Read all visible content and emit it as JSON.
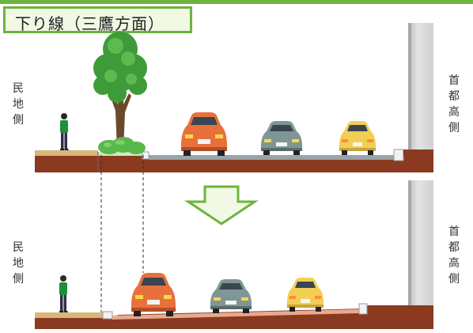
{
  "header": {
    "title": "下り線（三鷹方面）"
  },
  "sections": [
    {
      "id": "current",
      "left_label": [
        "民",
        "地",
        "側"
      ],
      "right_label": [
        "首",
        "都",
        "高",
        "側"
      ]
    },
    {
      "id": "future",
      "left_label": [
        "民",
        "地",
        "側"
      ],
      "right_label": [
        "首",
        "都",
        "高",
        "側"
      ]
    }
  ],
  "colors": {
    "accent_green": "#6db33f",
    "title_bg": "#f1f8e4",
    "sidewalk": "#d8b77a",
    "ground": "#8b3a1f",
    "pavement": "#9aa3a8",
    "bike_lane": "#e8a98f",
    "wall": "#d3d3d3",
    "arrow_fill": "#f1f8e4",
    "car_orange": "#e8713b",
    "car_gray": "#7f9695",
    "car_yellow": "#f2cf54"
  },
  "icons": [
    "tree-icon",
    "pedestrian-icon",
    "car-icon",
    "down-arrow-icon"
  ]
}
